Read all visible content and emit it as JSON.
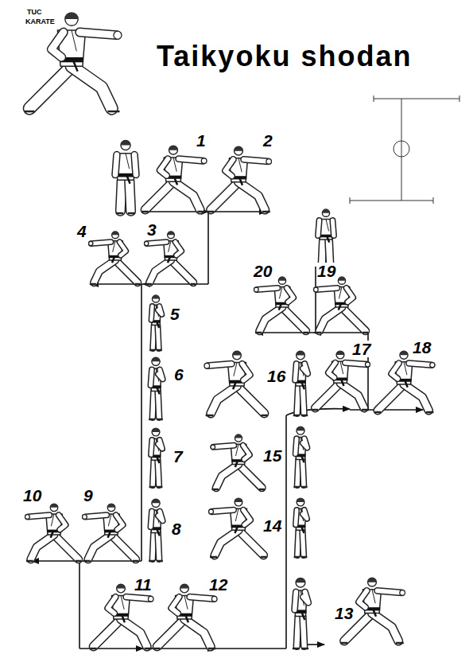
{
  "diagram": {
    "title": "Taikyoku shodan",
    "labels": [
      "TUC",
      "KARATE",
      "1",
      "2",
      "3",
      "4",
      "5",
      "6",
      "7",
      "8",
      "9",
      "10",
      "11",
      "12",
      "13",
      "14",
      "15",
      "16",
      "17",
      "18",
      "19",
      "20"
    ]
  }
}
